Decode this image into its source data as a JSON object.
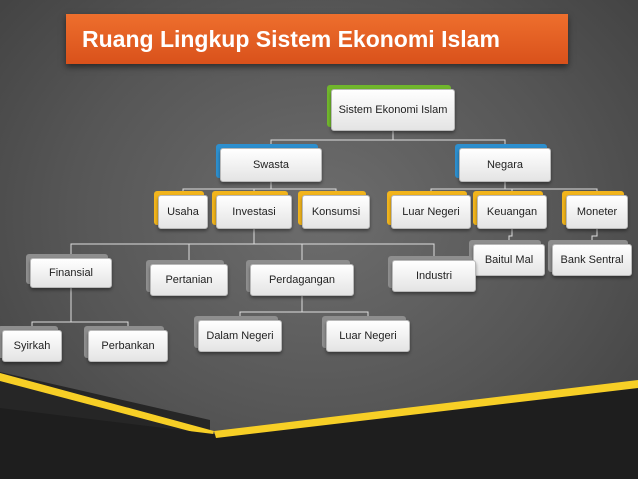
{
  "slide": {
    "title": "Ruang Lingkup Sistem Ekonomi Islam",
    "colors": {
      "title_bg": "#e8622a",
      "accent_green": "#70b62c",
      "accent_blue": "#2d8fce",
      "accent_yellow": "#f2b51c",
      "accent_gray": "#8e8e8e",
      "band_yellow": "#f7cf26",
      "line": "#dddddd"
    }
  },
  "nodes": {
    "root": {
      "label": "Sistem Ekonomi Islam",
      "accent": "green"
    },
    "swasta": {
      "label": "Swasta",
      "accent": "blue"
    },
    "negara": {
      "label": "Negara",
      "accent": "blue"
    },
    "usaha": {
      "label": "Usaha",
      "accent": "yellow"
    },
    "investasi": {
      "label": "Investasi",
      "accent": "yellow"
    },
    "konsumsi": {
      "label": "Konsumsi",
      "accent": "yellow"
    },
    "luar_negeri_top": {
      "label": "Luar Negeri",
      "accent": "yellow"
    },
    "keuangan": {
      "label": "Keuangan",
      "accent": "yellow"
    },
    "moneter": {
      "label": "Moneter",
      "accent": "yellow"
    },
    "baitul_mal": {
      "label": "Baitul Mal",
      "accent": "gray"
    },
    "bank_sentral": {
      "label": "Bank Sentral",
      "accent": "gray"
    },
    "finansial": {
      "label": "Finansial",
      "accent": "gray"
    },
    "pertanian": {
      "label": "Pertanian",
      "accent": "gray"
    },
    "perdagangan": {
      "label": "Perdagangan",
      "accent": "gray"
    },
    "industri": {
      "label": "Industri",
      "accent": "gray"
    },
    "dalam_negeri": {
      "label": "Dalam Negeri",
      "accent": "gray"
    },
    "luar_negeri_bottom": {
      "label": "Luar Negeri",
      "accent": "gray"
    },
    "syirkah": {
      "label": "Syirkah",
      "accent": "gray"
    },
    "perbankan": {
      "label": "Perbankan",
      "accent": "gray"
    }
  }
}
